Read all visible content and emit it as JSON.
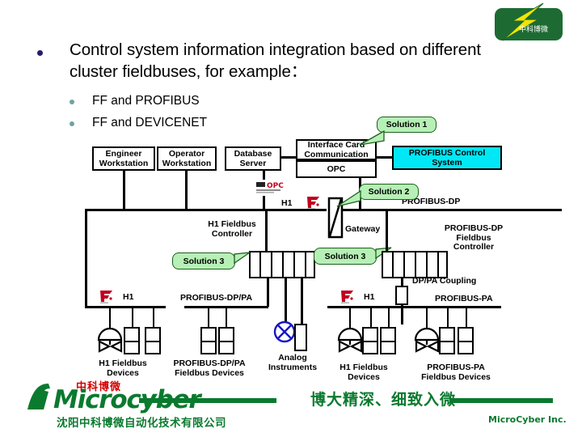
{
  "slide": {
    "bullet_main": "Control system information integration based on different cluster fieldbuses, for example：",
    "sub_bullets": [
      "FF and PROFIBUS",
      "FF and DEVICENET"
    ]
  },
  "brand_logo": {
    "name": "microcyber-badge-logo",
    "cn_text": "中科博微",
    "plate_color": "#1d6b33",
    "bolt_color": "#f2e500"
  },
  "diagram": {
    "nodes": {
      "engineer_workstation": "Engineer\nWorkstation",
      "engineer_workstation_line1": "Engineer",
      "engineer_workstation_line2": "Workstation",
      "operator_workstation_line1": "Operator",
      "operator_workstation_line2": "Workstation",
      "database_server_line1": "Database",
      "database_server_line2": "Server",
      "interface_card_line1": "Interface Card",
      "interface_card_line2": "Communication",
      "opc": "OPC",
      "profibus_control_system_line1": "PROFIBUS Control",
      "profibus_control_system_line2": "System",
      "profibus_control_system_color": "#00e8f6"
    },
    "callouts": [
      {
        "label": "Solution 1",
        "color": "#b6f0b6"
      },
      {
        "label": "Solution 2",
        "color": "#b6f0b6"
      },
      {
        "label": "Solution 3",
        "color": "#b6f0b6"
      },
      {
        "label": "Solution 3",
        "color": "#b6f0b6"
      }
    ],
    "bus_labels": {
      "h1_top": "H1",
      "profibus_dp": "PROFIBUS-DP",
      "profibus_dp_pa": "PROFIBUS-DP/PA",
      "profibus_pa": "PROFIBUS-PA",
      "h1_left": "H1",
      "h1_right": "H1"
    },
    "component_labels": {
      "gateway": "Gateway",
      "h1_fieldbus_controller_line1": "H1 Fieldbus",
      "h1_fieldbus_controller_line2": "Controller",
      "profibus_dp_controller_line1": "PROFIBUS-DP",
      "profibus_dp_controller_line2": "Fieldbus",
      "profibus_dp_controller_line3": "Controller",
      "dp_pa_coupling": "DP/PA Coupling"
    },
    "device_group_labels": {
      "h1_devices_left_line1": "H1 Fieldbus",
      "h1_devices_left_line2": "Devices",
      "dp_pa_devices_line1": "PROFIBUS-DP/PA",
      "dp_pa_devices_line2": "Fieldbus Devices",
      "analog_line1": "Analog",
      "analog_line2": "Instruments",
      "h1_devices_right_line1": "H1 Fieldbus",
      "h1_devices_right_line2": "Devices",
      "pa_devices_line1": "PROFIBUS-PA",
      "pa_devices_line2": "Fieldbus Devices"
    },
    "badges": {
      "opc_badge": "OPC",
      "ff_badge": "FF"
    }
  },
  "footer": {
    "wordmark": "Microcyber",
    "wordmark_cn": "中科博微",
    "company_cn": "沈阳中科博微自动化技术有限公司",
    "slogan_cn": "博大精深、细致入微",
    "company_en": "MicroCyber Inc.",
    "accent_color": "#0a7a2e"
  }
}
